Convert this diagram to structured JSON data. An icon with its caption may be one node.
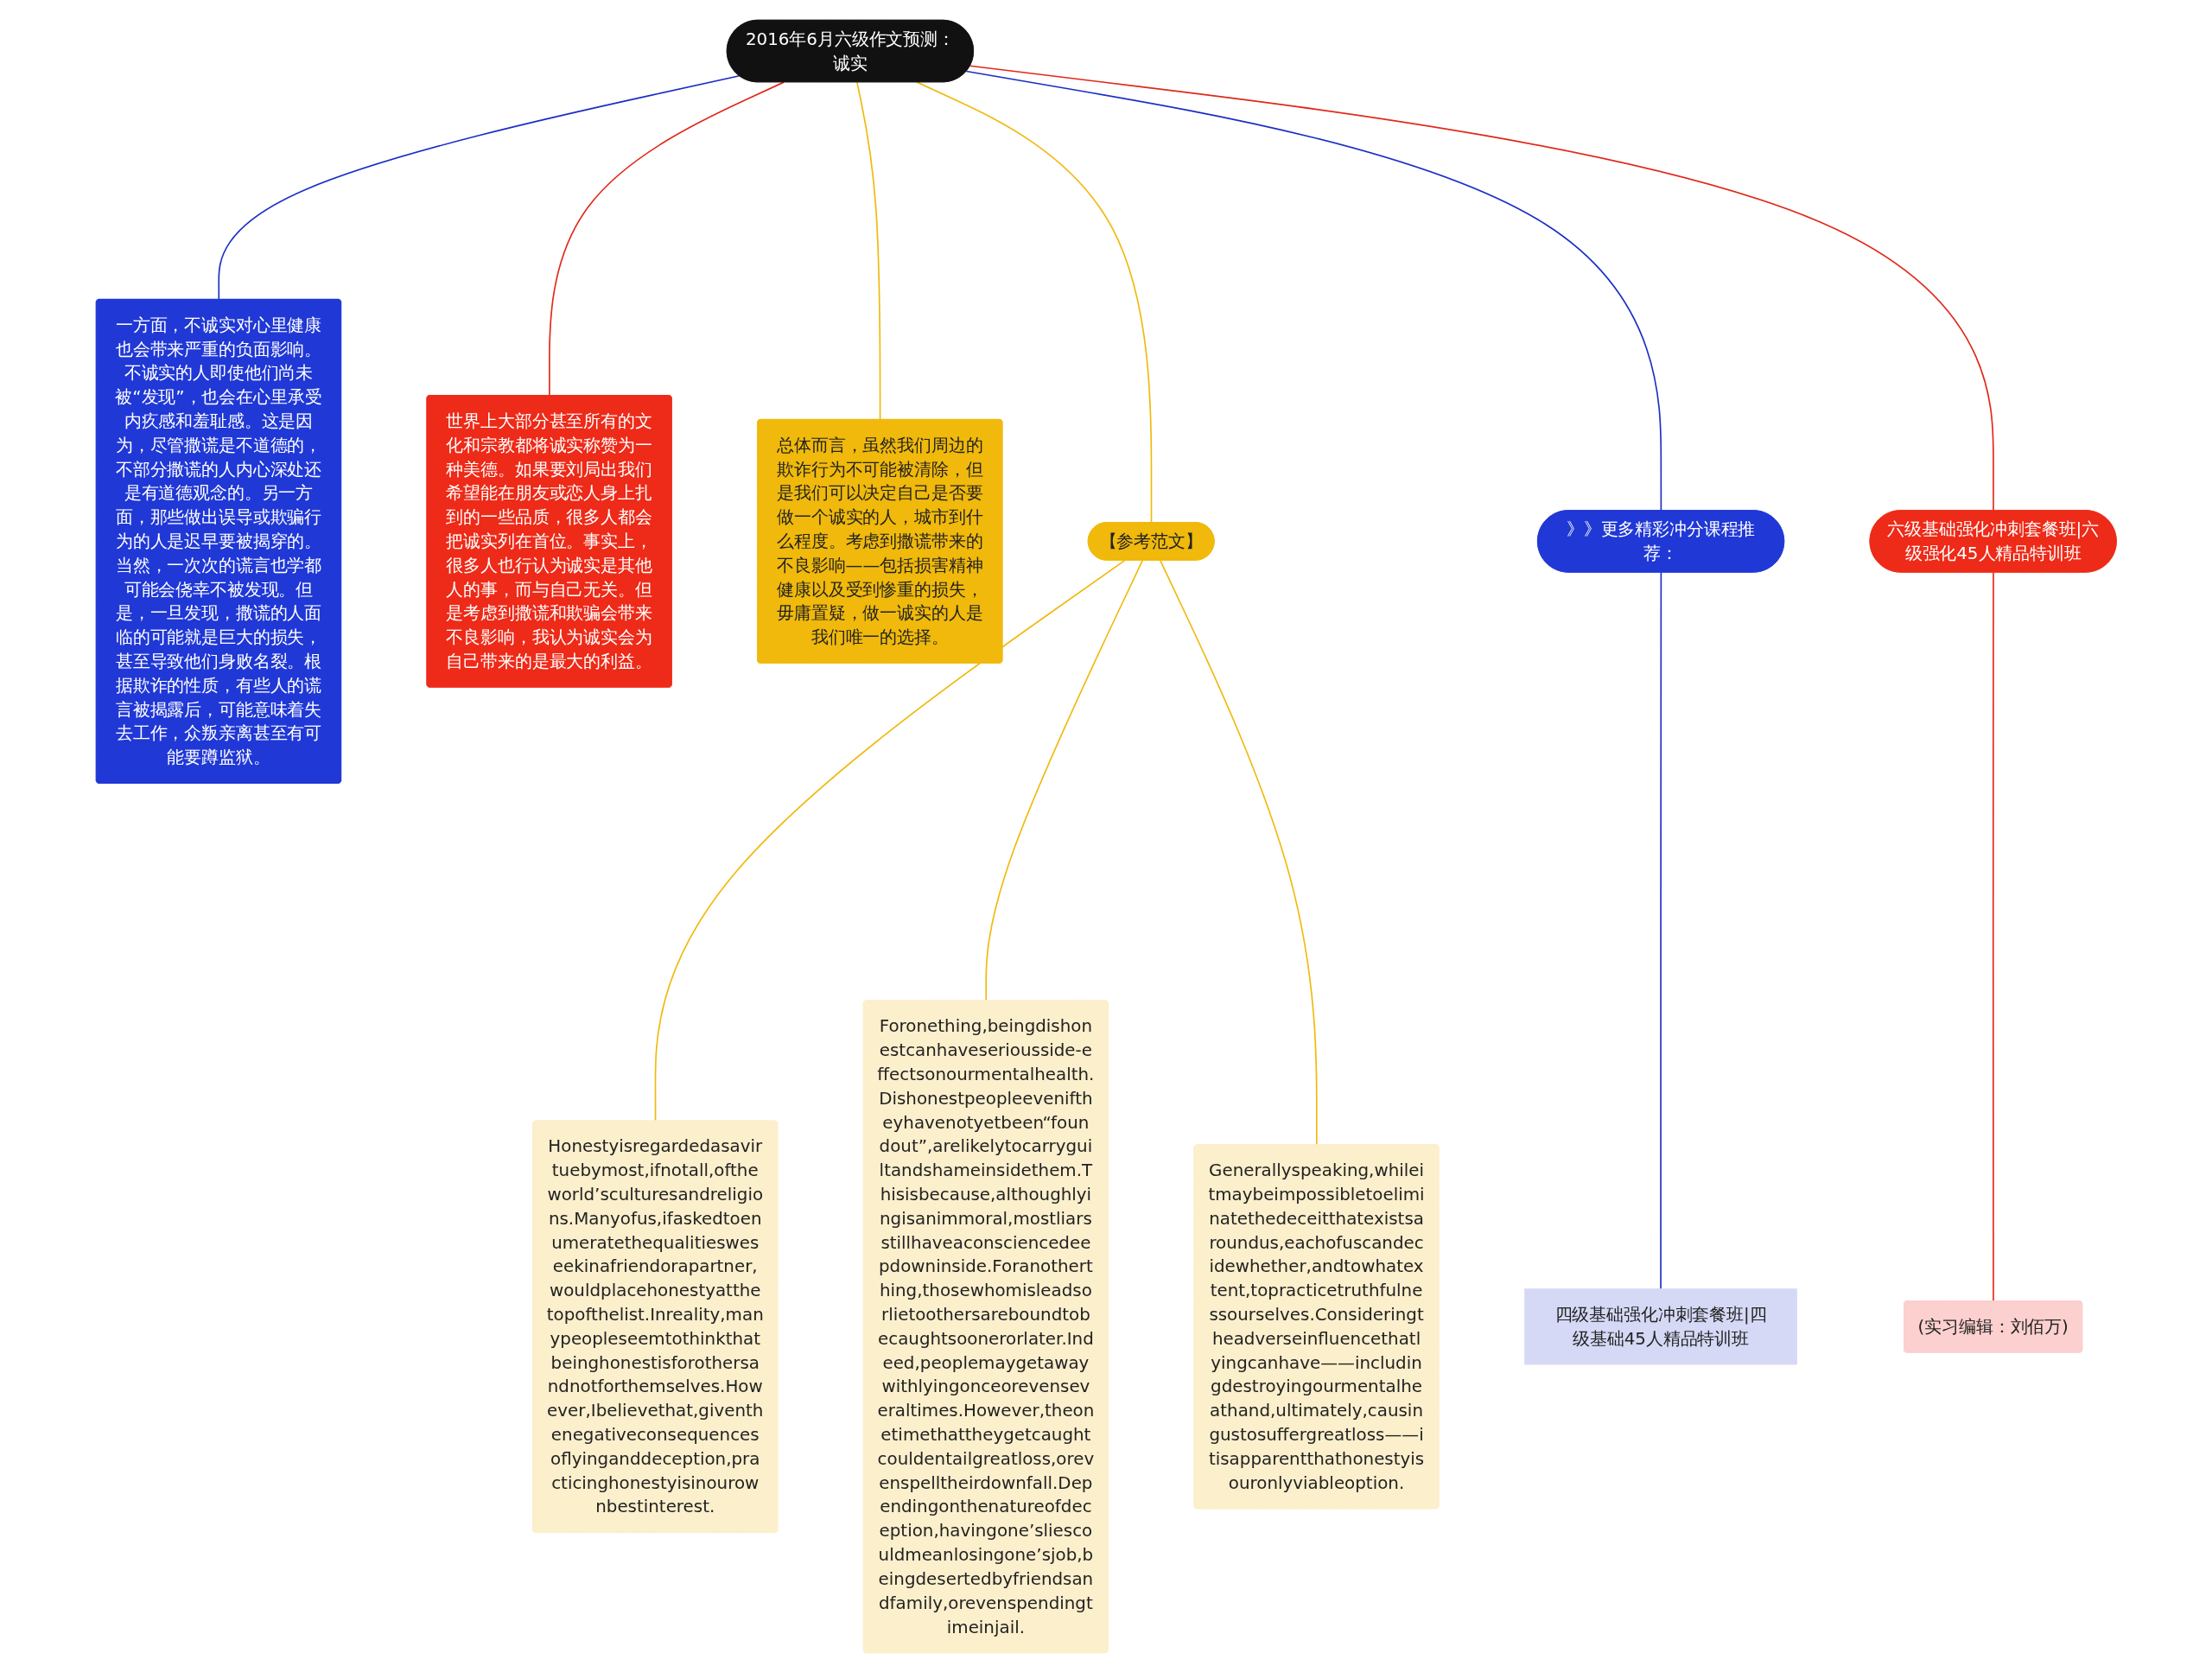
{
  "diagram": {
    "nodes": [
      {
        "text": [
          "2016年6月六级作文预测：诚实"
        ]
      },
      {
        "text": [
          "一方面，不诚实对心里健康也会带来严重的负面影响。不诚实的人即使他们尚未被“发现”，也会在心里承受内疚感和羞耻感。这是因为，尽管撒谎是不道德的，不部分撒谎的人内心深处还是有道德观念的。另一方面，那些做出误导或欺骗行为的人是迟早要被揭穿的。当然，一次次的谎言也学都可能会侥幸不被发现。但是，一旦发现，撒谎的人面临的可能就是巨大的损失，甚至导致他们身败名裂。根据欺诈的性质，有些人的谎言被揭露后，可能意味着失去工作，众叛亲离甚至有可能要蹲监狱。"
        ]
      },
      {
        "text": [
          "世界上大部分甚至所有的文化和宗教都将诚实称赞为一种美德。如果要刘局出我们希望能在朋友或恋人身上扎到的一些品质，很多人都会把诚实列在首位。事实上，很多人也行认为诚实是其他人的事，而与自己无关。但是考虑到撒谎和欺骗会带来不良影响，我认为诚实会为自己带来的是最大的利益。"
        ]
      },
      {
        "text": [
          "总体而言，虽然我们周边的欺诈行为不可能被清除，但是我们可以决定自己是否要做一个诚实的人，城市到什么程度。考虑到撒谎带来的不良影响——包括损害精神健康以及受到惨重的损失，毋庸置疑，做一诚实的人是我们唯一的选择。"
        ]
      },
      {
        "text": [
          "【参考范文】"
        ]
      },
      {
        "text": [
          "Honestyisregardedasavirtuebymost,ifnotall,oftheworld’sculturesandreligions.Manyofus,ifaskedtoenumeratethequalitiesweseekinafriendorapartner,wouldplacehonestyatthetopofthelist.Inreality,manypeopleseemtothinkthatbeinghonestisforothersandnotforthemselves.However,Ibelievethat,giventhenegativeconsequencesoflyinganddeception,practicinghonestyisinourownbestinterest."
        ]
      },
      {
        "text": [
          "Foronething,beingdishonestcanhaveseriousside-effectsonourmentalhealth.Dishonestpeopleeveniftheyhavenotyetbeen“foundout”,arelikelytocarryguiltandshameinsidethem.Thisisbecause,althoughlyingisanimmoral,mostliarsstillhaveaconsciencedeepdowninside.Foranotherthing,thosewhomisleadsorlietoothersareboundtobecaughtsoonerorlater.Indeed,peoplemaygetawaywithlyingonceorevenseveraltimes.However,theonetimethattheygetcaughtcouldentailgreatloss,orevenspelltheirdownfall.Dependingonthenatureofdeception,havingone’sliescouldmeanlosingone’sjob,beingdesertedbyfriendsandfamily,orevenspendingtimeinjail."
        ]
      },
      {
        "text": [
          "Generallyspeaking,whileitmaybeimpossibletoeliminatethedeceitthatexistsaroundus,eachofuscandecidewhether,andtowhatextent,topracticetruthfulnessourselves.Consideringtheadverseinfluencethatlyingcanhave——includingdestroyingourmentalheathand,ultimately,causingustosuffergreatloss——itisapparentthathonestyisouronlyviableoption."
        ]
      },
      {
        "text": [
          "》》更多精彩冲分课程推荐："
        ]
      },
      {
        "text": [
          "四级基础强化冲刺套餐班|四级基础45人精品特训班"
        ]
      },
      {
        "text": [
          "六级基础强化冲刺套餐班|六级强化45人精品特训班"
        ]
      },
      {
        "text": [
          "(实习编辑：刘佰万)"
        ]
      }
    ],
    "edges": [
      {
        "from": 0,
        "to": 1,
        "arrow": "none",
        "color": "#1a2fc4"
      },
      {
        "from": 0,
        "to": 2,
        "arrow": "none",
        "color": "#e0281a"
      },
      {
        "from": 0,
        "to": 3,
        "arrow": "none"
      },
      {
        "from": 0,
        "to": 4,
        "arrow": "none"
      },
      {
        "from": 4,
        "to": 5,
        "arrow": "none"
      },
      {
        "from": 4,
        "to": 6,
        "arrow": "none"
      },
      {
        "from": 4,
        "to": 7,
        "arrow": "none"
      },
      {
        "from": 0,
        "to": 8,
        "arrow": "none",
        "color": "#1a2fc4"
      },
      {
        "from": 8,
        "to": 9,
        "arrow": "none",
        "color": "#1a2fc4"
      },
      {
        "from": 0,
        "to": 10,
        "arrow": "none",
        "color": "#e0281a"
      },
      {
        "from": 10,
        "to": 11,
        "arrow": "none",
        "color": "#e0281a"
      }
    ]
  }
}
